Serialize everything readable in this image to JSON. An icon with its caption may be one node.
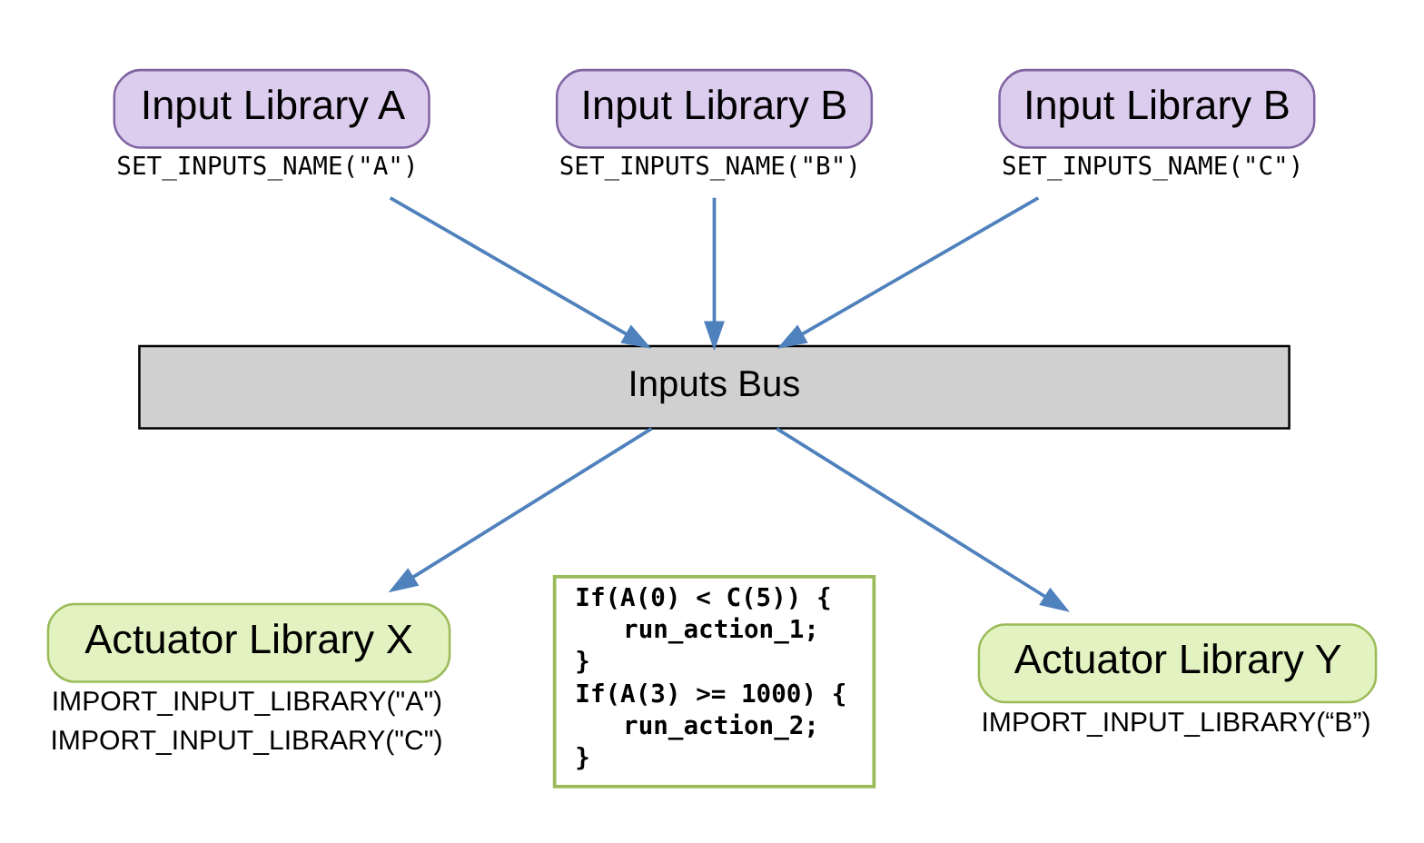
{
  "diagram": {
    "nodes": [
      {
        "text": [
          "Input Library A"
        ],
        "beside": [
          "SET_INPUTS_NAME(\"A\")"
        ]
      },
      {
        "text": [
          "Input Library B"
        ],
        "beside": [
          "SET_INPUTS_NAME(\"B\")"
        ]
      },
      {
        "text": [
          "Input Library B"
        ],
        "beside": [
          "SET_INPUTS_NAME(\"C\")"
        ]
      },
      {
        "text": [
          "Inputs Bus"
        ]
      },
      {
        "text": [
          "Actuator Library X"
        ],
        "beside": [
          "IMPORT_INPUT_LIBRARY(\"A\")",
          "IMPORT_INPUT_LIBRARY(\"C\")"
        ]
      },
      {
        "text": [
          "If(A(0) < C(5)) {",
          "run_action_1;",
          "}",
          "If(A(3) >= 1000) {",
          "run_action_2;",
          "}"
        ]
      },
      {
        "text": [
          "Actuator Library Y"
        ],
        "beside": [
          "IMPORT_INPUT_LIBRARY(“B”)"
        ]
      }
    ],
    "edges": [
      {
        "from": 0,
        "to": 3,
        "arrow": "to"
      },
      {
        "from": 1,
        "to": 3,
        "arrow": "to"
      },
      {
        "from": 2,
        "to": 3,
        "arrow": "to"
      },
      {
        "from": 3,
        "to": 4,
        "arrow": "to"
      },
      {
        "from": 3,
        "to": 6,
        "arrow": "to"
      }
    ]
  }
}
